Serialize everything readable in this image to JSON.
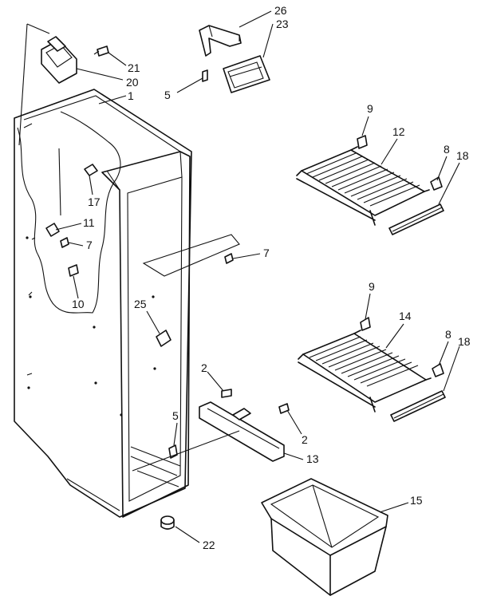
{
  "callouts": {
    "c26": "26",
    "c23": "23",
    "c21": "21",
    "c20": "20",
    "c1": "1",
    "c5a": "5",
    "c9a": "9",
    "c12": "12",
    "c8a": "8",
    "c18a": "18",
    "c17": "17",
    "c11": "11",
    "c7a": "7",
    "c7b": "7",
    "c10": "10",
    "c25": "25",
    "c9b": "9",
    "c14": "14",
    "c8b": "8",
    "c18b": "18",
    "c2a": "2",
    "c5b": "5",
    "c2b": "2",
    "c13": "13",
    "c15": "15",
    "c22": "22"
  }
}
